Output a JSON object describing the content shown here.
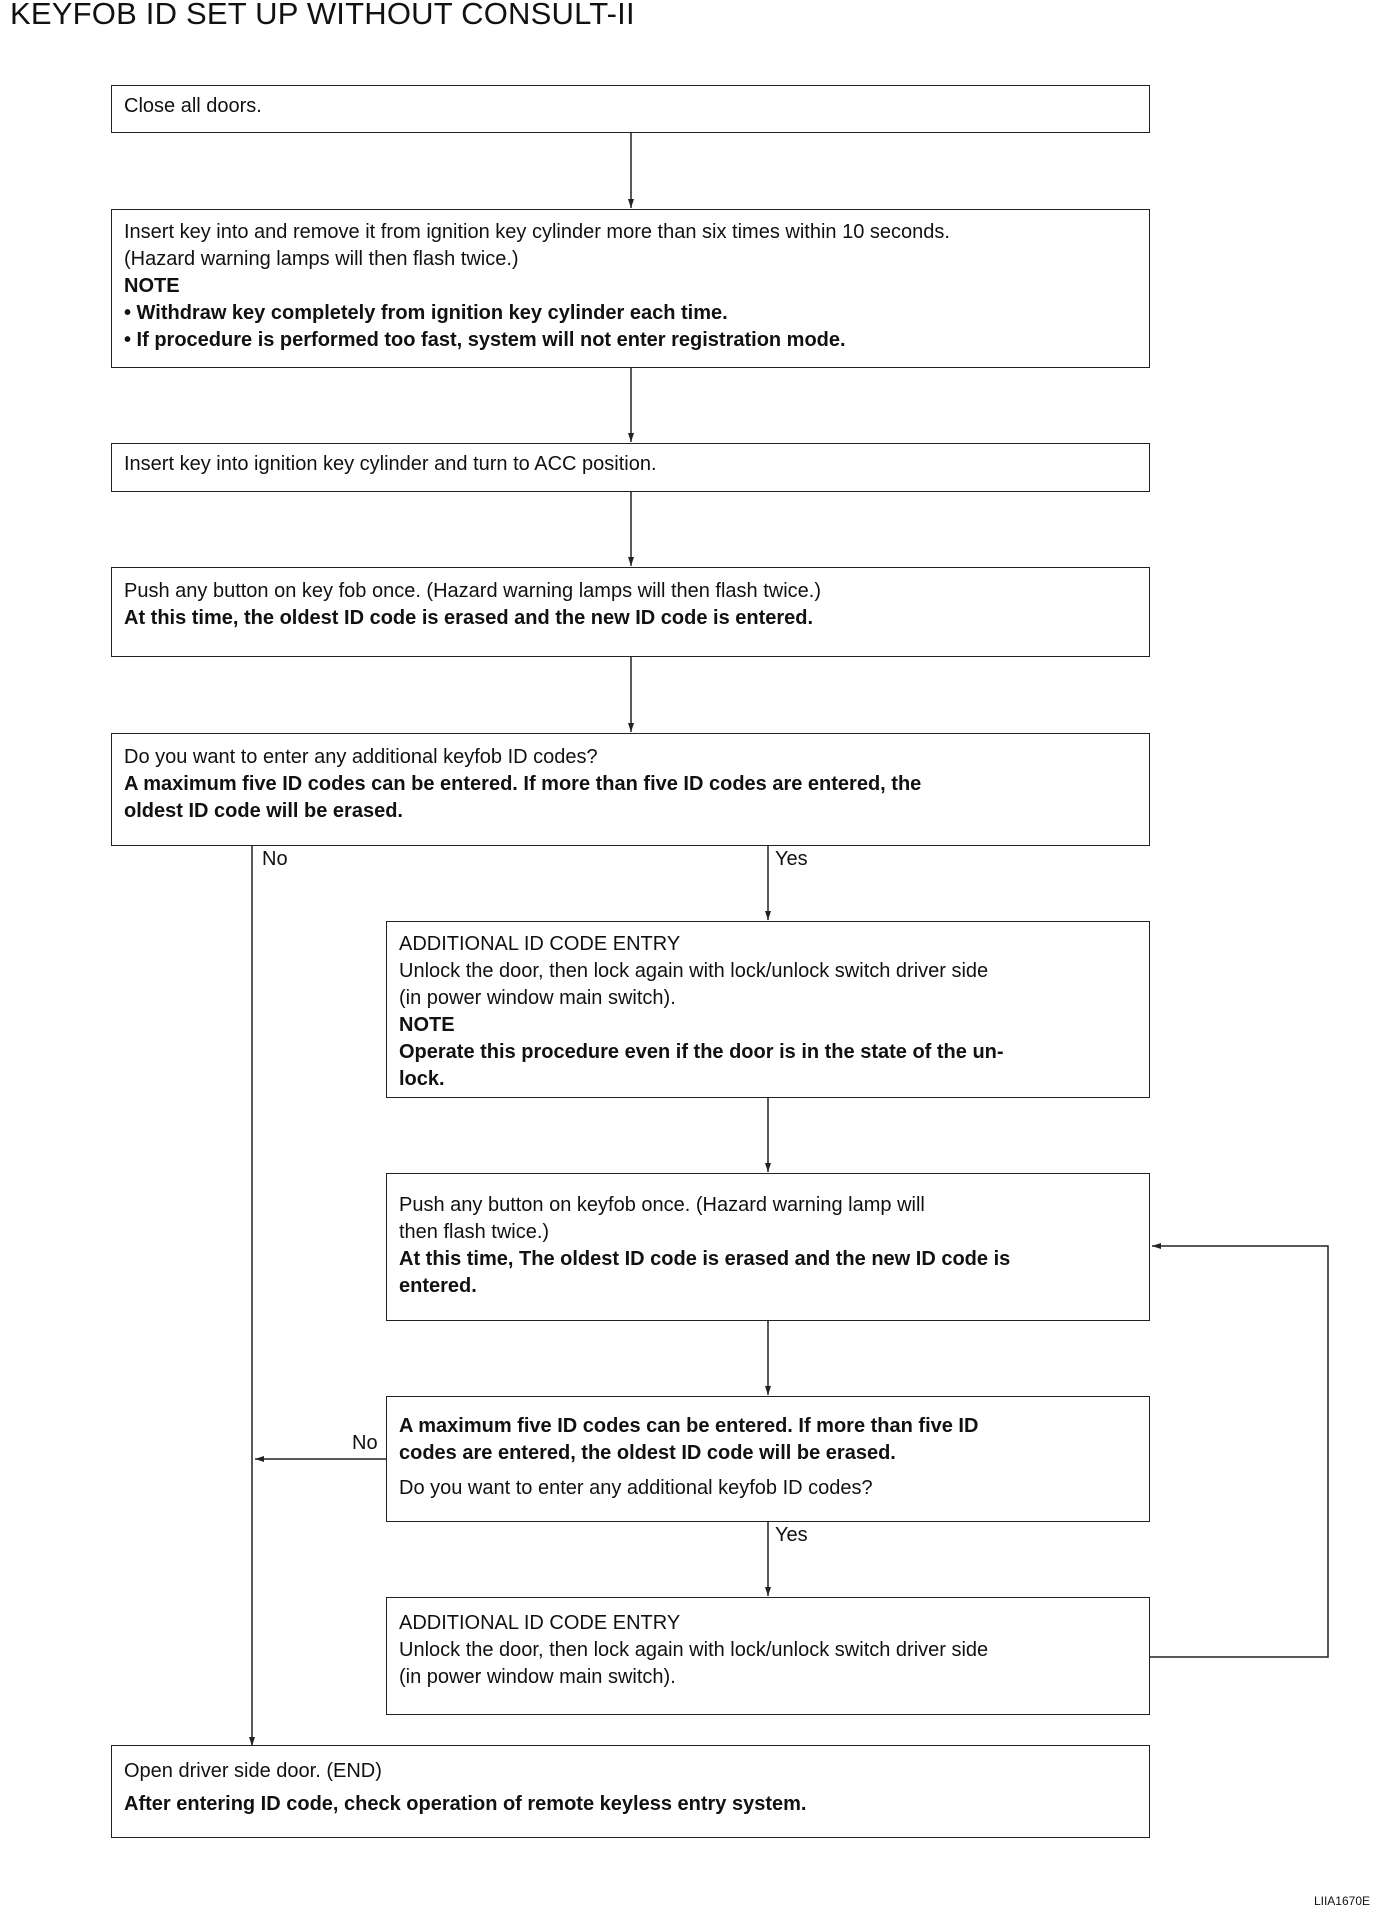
{
  "title": "KEYFOB ID SET UP WITHOUT CONSULT-II",
  "boxes": {
    "b1": {
      "lines": [
        "Close all doors."
      ]
    },
    "b2": {
      "lines": [
        "Insert key into and remove it from ignition key cylinder more than six times within 10 seconds.",
        "(Hazard warning lamps will then flash twice.)"
      ],
      "bold": [
        "NOTE",
        "• Withdraw key completely from ignition key cylinder each time.",
        "• If procedure is performed too fast, system will not enter registration mode."
      ]
    },
    "b3": {
      "lines": [
        "Insert key into ignition key cylinder and turn to ACC position."
      ]
    },
    "b4": {
      "lines": [
        "Push any button on key fob once. (Hazard warning lamps will then flash twice.)"
      ],
      "bold": [
        "At this time, the oldest ID code is erased and the new ID code is entered."
      ]
    },
    "b5": {
      "lines": [
        "Do you want to enter any additional keyfob ID codes?"
      ],
      "bold": [
        "A  maximum five ID codes can be entered. If more than five ID codes are entered, the",
        "oldest ID code will be erased."
      ]
    },
    "b6": {
      "lines": [
        "ADDITIONAL ID CODE ENTRY",
        "Unlock the door, then lock again with lock/unlock switch driver side",
        "(in power window main switch)."
      ],
      "bold": [
        "NOTE",
        "Operate this procedure even if the door is in the state of the un-",
        "lock."
      ]
    },
    "b7": {
      "lines": [
        "Push any button on keyfob once. (Hazard warning lamp will",
        "then flash twice.)"
      ],
      "bold": [
        "At this time, The oldest ID code is erased and the new ID code is",
        "entered."
      ]
    },
    "b8": {
      "bold": [
        "A  maximum five ID codes can be entered. If more than five ID",
        "codes are entered, the oldest ID code will be erased."
      ],
      "lines": [
        "Do you want to enter any additional keyfob ID codes?"
      ]
    },
    "b9": {
      "lines": [
        "ADDITIONAL ID CODE ENTRY",
        "Unlock the door, then lock again with lock/unlock switch driver side",
        "(in power window main switch)."
      ]
    },
    "b10": {
      "lines": [
        "Open driver side door. (END)"
      ],
      "bold": [
        "After entering ID code, check operation of remote keyless entry system."
      ]
    }
  },
  "labels": {
    "no1": "No",
    "yes1": "Yes",
    "no2": "No",
    "yes2": "Yes"
  },
  "figure_code": "LIIA1670E"
}
